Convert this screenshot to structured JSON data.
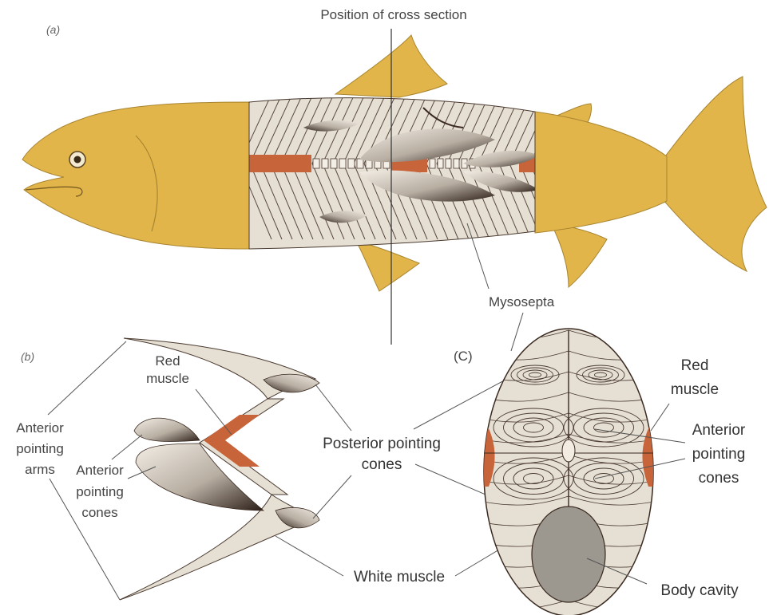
{
  "panels": {
    "a": "(a)",
    "b": "(b)",
    "c": "(C)"
  },
  "labels": {
    "cross_section": "Position of cross section",
    "mysosepta": "Mysosepta",
    "b_red_muscle_1": "Red",
    "b_red_muscle_2": "muscle",
    "b_anterior_arms_1": "Anterior",
    "b_anterior_arms_2": "pointing",
    "b_anterior_arms_3": "arms",
    "b_anterior_cones_1": "Anterior",
    "b_anterior_cones_2": "pointing",
    "b_anterior_cones_3": "cones",
    "posterior_cones_1": "Posterior pointing",
    "posterior_cones_2": "cones",
    "white_muscle": "White muscle",
    "c_red_muscle_1": "Red",
    "c_red_muscle_2": "muscle",
    "c_anterior_cones_1": "Anterior",
    "c_anterior_cones_2": "pointing",
    "c_anterior_cones_3": "cones",
    "body_cavity": "Body cavity"
  },
  "colors": {
    "fish_body": "#E2B54A",
    "red_muscle": "#C8643A",
    "white_muscle": "#E6DFD3",
    "outline": "#4a3a30",
    "body_cavity": "#9C9890"
  }
}
